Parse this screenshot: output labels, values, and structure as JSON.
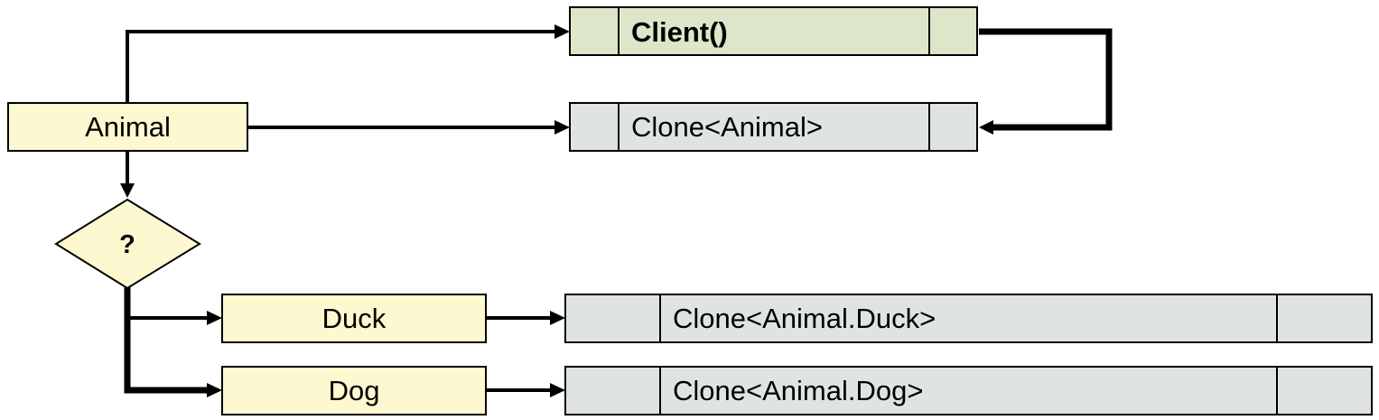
{
  "colors": {
    "client_fill": "#dde6c8",
    "clone_fill": "#dfe4e3",
    "class_fill": "#fdf8cf",
    "decision_fill": "#fdf8cf",
    "stroke": "#000000"
  },
  "nodes": {
    "client": {
      "label": "Client()"
    },
    "animal": {
      "label": "Animal"
    },
    "decision": {
      "label": "?"
    },
    "duck": {
      "label": "Duck"
    },
    "dog": {
      "label": "Dog"
    },
    "clone_animal": {
      "label": "Clone<Animal>"
    },
    "clone_duck": {
      "label": "Clone<Animal.Duck>"
    },
    "clone_dog": {
      "label": "Clone<Animal.Dog>"
    }
  }
}
